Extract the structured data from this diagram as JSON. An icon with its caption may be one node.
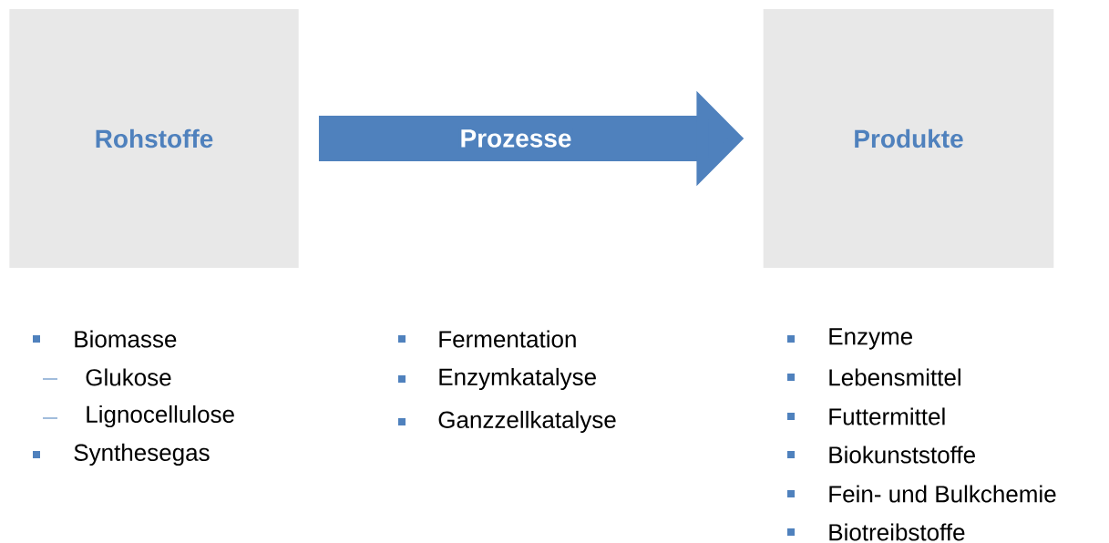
{
  "diagram": {
    "nodes": [
      {
        "text": [
          "Rohstoffe"
        ]
      },
      {
        "text": [
          "Produkte"
        ]
      }
    ],
    "edges": [
      {
        "from": 0,
        "to": 1,
        "arrow": "to",
        "label": "Prozesse"
      }
    ],
    "labels": [
      "Biomasse",
      "Glukose",
      "Lignocellulose",
      "Synthesegas",
      "Fermentation",
      "Enzymkatalyse",
      "Ganzzellkatalyse",
      "Enzyme",
      "Lebensmittel",
      "Futtermittel",
      "Biokunststoffe",
      "Fein- und Bulkchemie",
      "Biotreibstoffe"
    ]
  }
}
